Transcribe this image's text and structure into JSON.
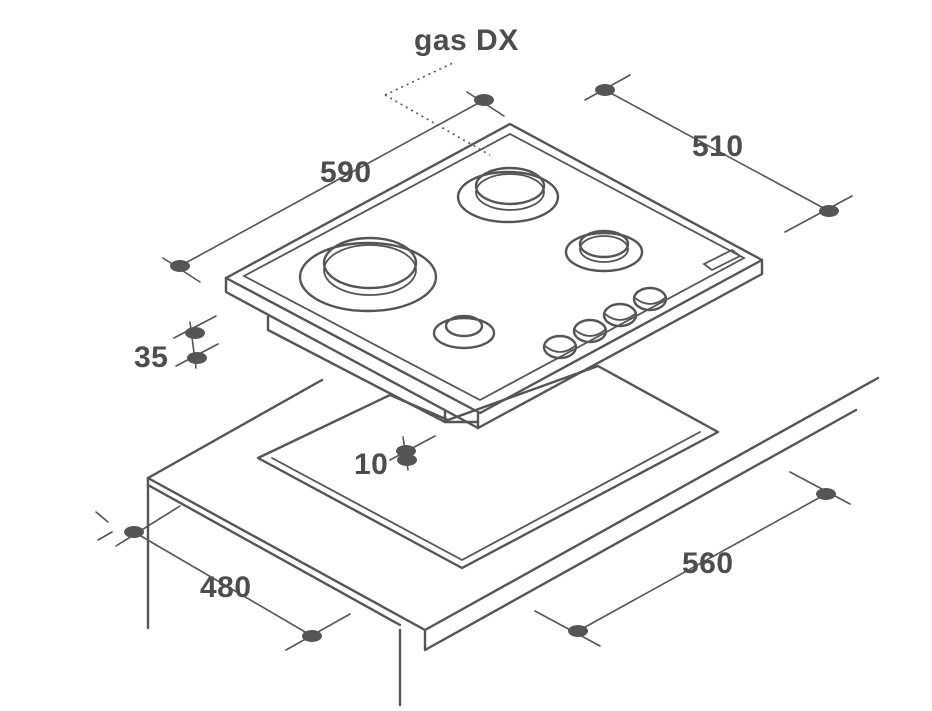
{
  "diagram": {
    "title": "gas DX",
    "dimensions": {
      "width_top": "590",
      "depth_top": "510",
      "thickness": "35",
      "clearance": "10",
      "cutout_depth": "480",
      "cutout_width": "560"
    },
    "colors": {
      "line": "#555555",
      "text": "#4d4d4d",
      "background": "#ffffff"
    }
  }
}
